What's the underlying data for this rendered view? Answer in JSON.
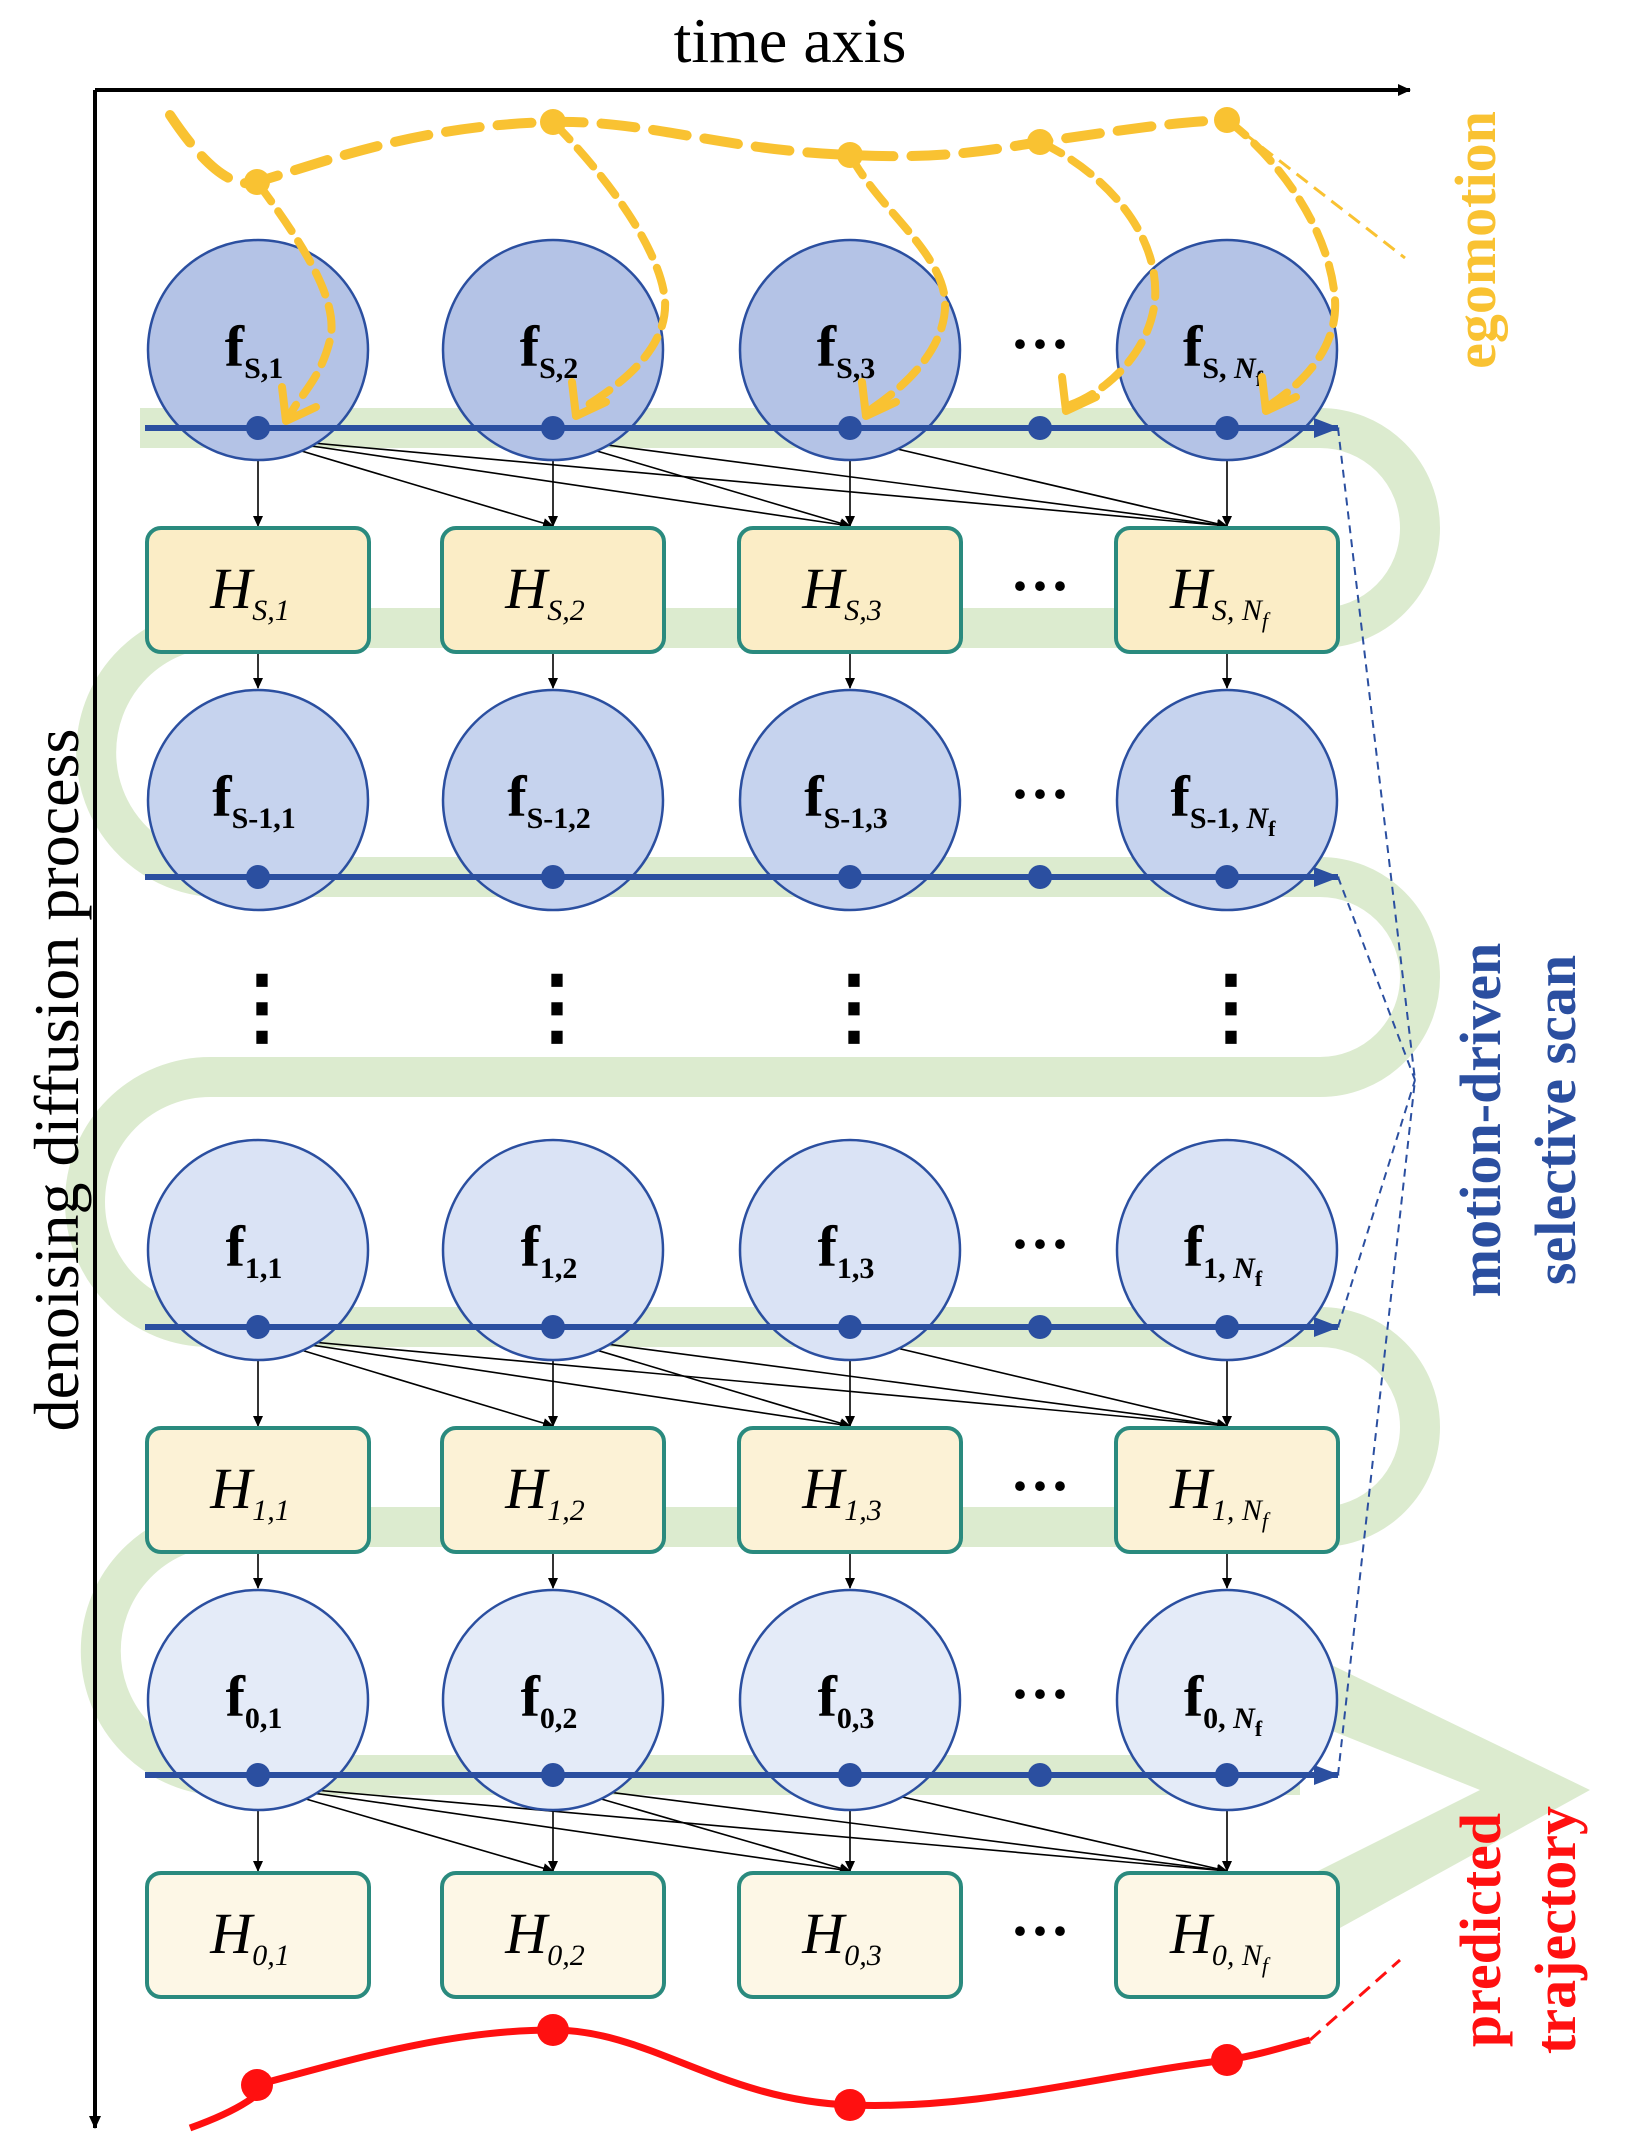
{
  "axes": {
    "time_label": "time axis",
    "process_label": "denoising diffusion process"
  },
  "side_labels": {
    "egomotion": "egomotion",
    "scan_line1": "motion-driven",
    "scan_line2": "selective scan",
    "pred_line1": "predicted",
    "pred_line2": "trajectory"
  },
  "columns": [
    "1",
    "2",
    "3",
    "N_f"
  ],
  "feature_rows": [
    {
      "step": "S",
      "shade": "dark"
    },
    {
      "step": "S-1",
      "shade": "mid"
    },
    {
      "step": "1",
      "shade": "light"
    },
    {
      "step": "0",
      "shade": "lightest"
    }
  ],
  "hidden_rows": [
    {
      "step": "S",
      "shade": "dark"
    },
    {
      "step": "1",
      "shade": "mid"
    },
    {
      "step": "0",
      "shade": "light"
    }
  ],
  "symbols": {
    "feature": "f",
    "hidden": "H",
    "ellipsis": "···",
    "vertical_ellipsis": "⋮",
    "N": "N",
    "f_sub": "f"
  },
  "colors": {
    "egomotion": "#F9C232",
    "scan_path": "#2B4FA0",
    "predicted": "#FF1010",
    "green_band": "#DCEBCF",
    "box_border": "#2A8A7E",
    "circle_border": "#2B4FA0",
    "feature_fill_dark": "#B4C3E6",
    "feature_fill_mid": "#C6D3EE",
    "feature_fill_light": "#DAE3F5",
    "feature_fill_lightest": "#E4EBF8",
    "hidden_fill_dark": "#FBEDC6",
    "hidden_fill_mid": "#FCF2D6",
    "hidden_fill_light": "#FDF7E6"
  }
}
